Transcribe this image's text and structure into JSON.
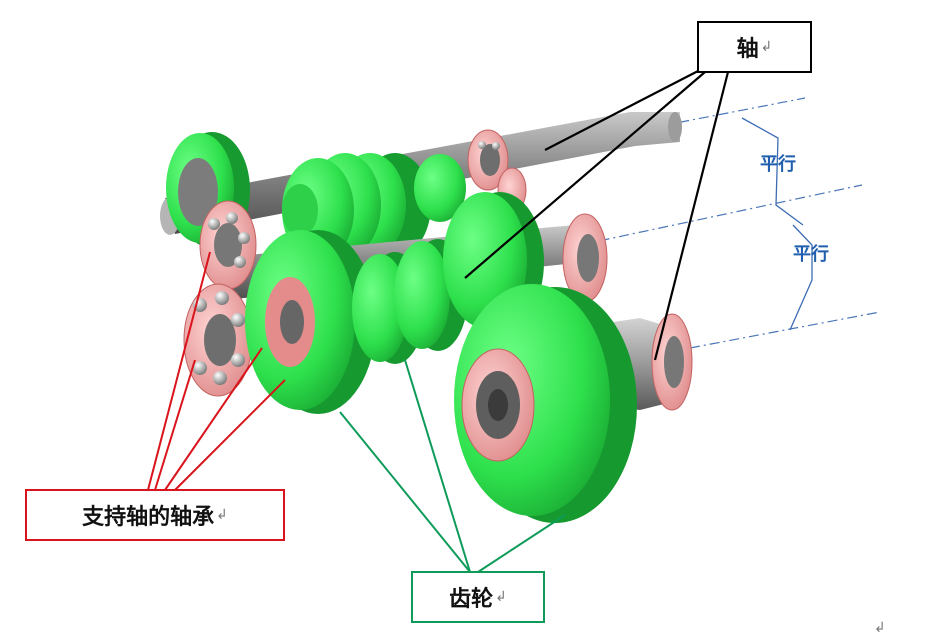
{
  "labels": {
    "shaft": "轴",
    "bearing": "支持轴的轴承",
    "gear": "齿轮",
    "parallel_1": "平行",
    "parallel_2": "平行",
    "return_mark": "↲"
  },
  "colors": {
    "gear": "#2ee04c",
    "gear_dark": "#17a832",
    "shaft": "#8e8e8e",
    "bearing": "#e58f8f",
    "bearing_callout": "#d9141c",
    "gear_callout": "#0e9b59",
    "shaft_callout": "#000000",
    "parallel_text": "#1f5fae"
  }
}
